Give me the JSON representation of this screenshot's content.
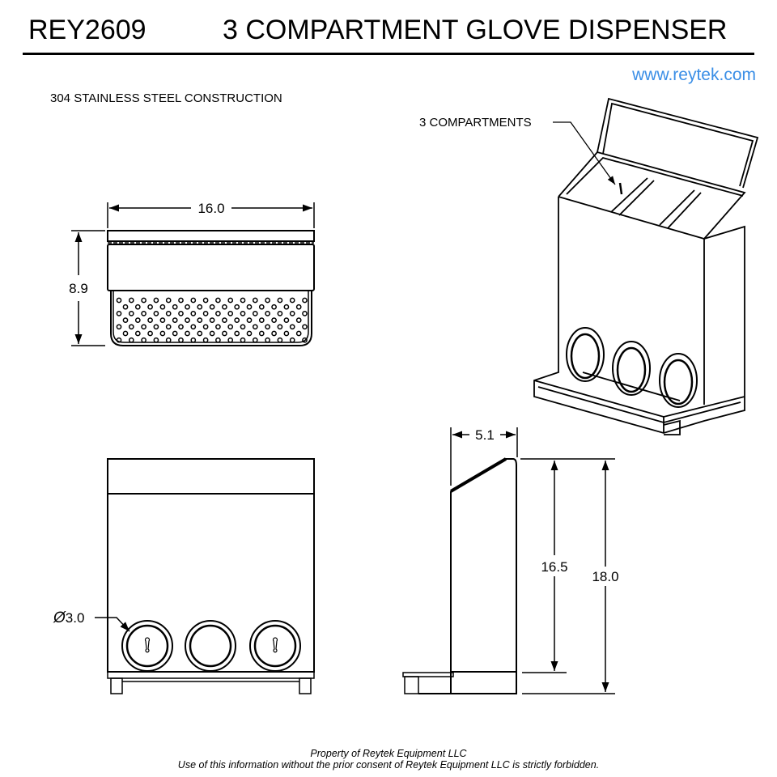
{
  "header": {
    "model": "REY2609",
    "title": "3 COMPARTMENT GLOVE DISPENSER",
    "url": "www.reytek.com"
  },
  "notes": {
    "material": "304 STAINLESS STEEL CONSTRUCTION",
    "callout_compartments": "3 COMPARTMENTS"
  },
  "dimensions": {
    "width": "16.0",
    "depth": "8.9",
    "hole_diameter": "3.0",
    "hole_diameter_symbol": "Ø",
    "side_depth": "5.1",
    "body_height": "16.5",
    "overall_height": "18.0"
  },
  "footer": {
    "line1": "Property of Reytek Equipment LLC",
    "line2": "Use of this information without the prior consent of Reytek Equipment LLC is strictly forbidden."
  },
  "colors": {
    "url": "#3a8ee6",
    "line": "#000000"
  }
}
